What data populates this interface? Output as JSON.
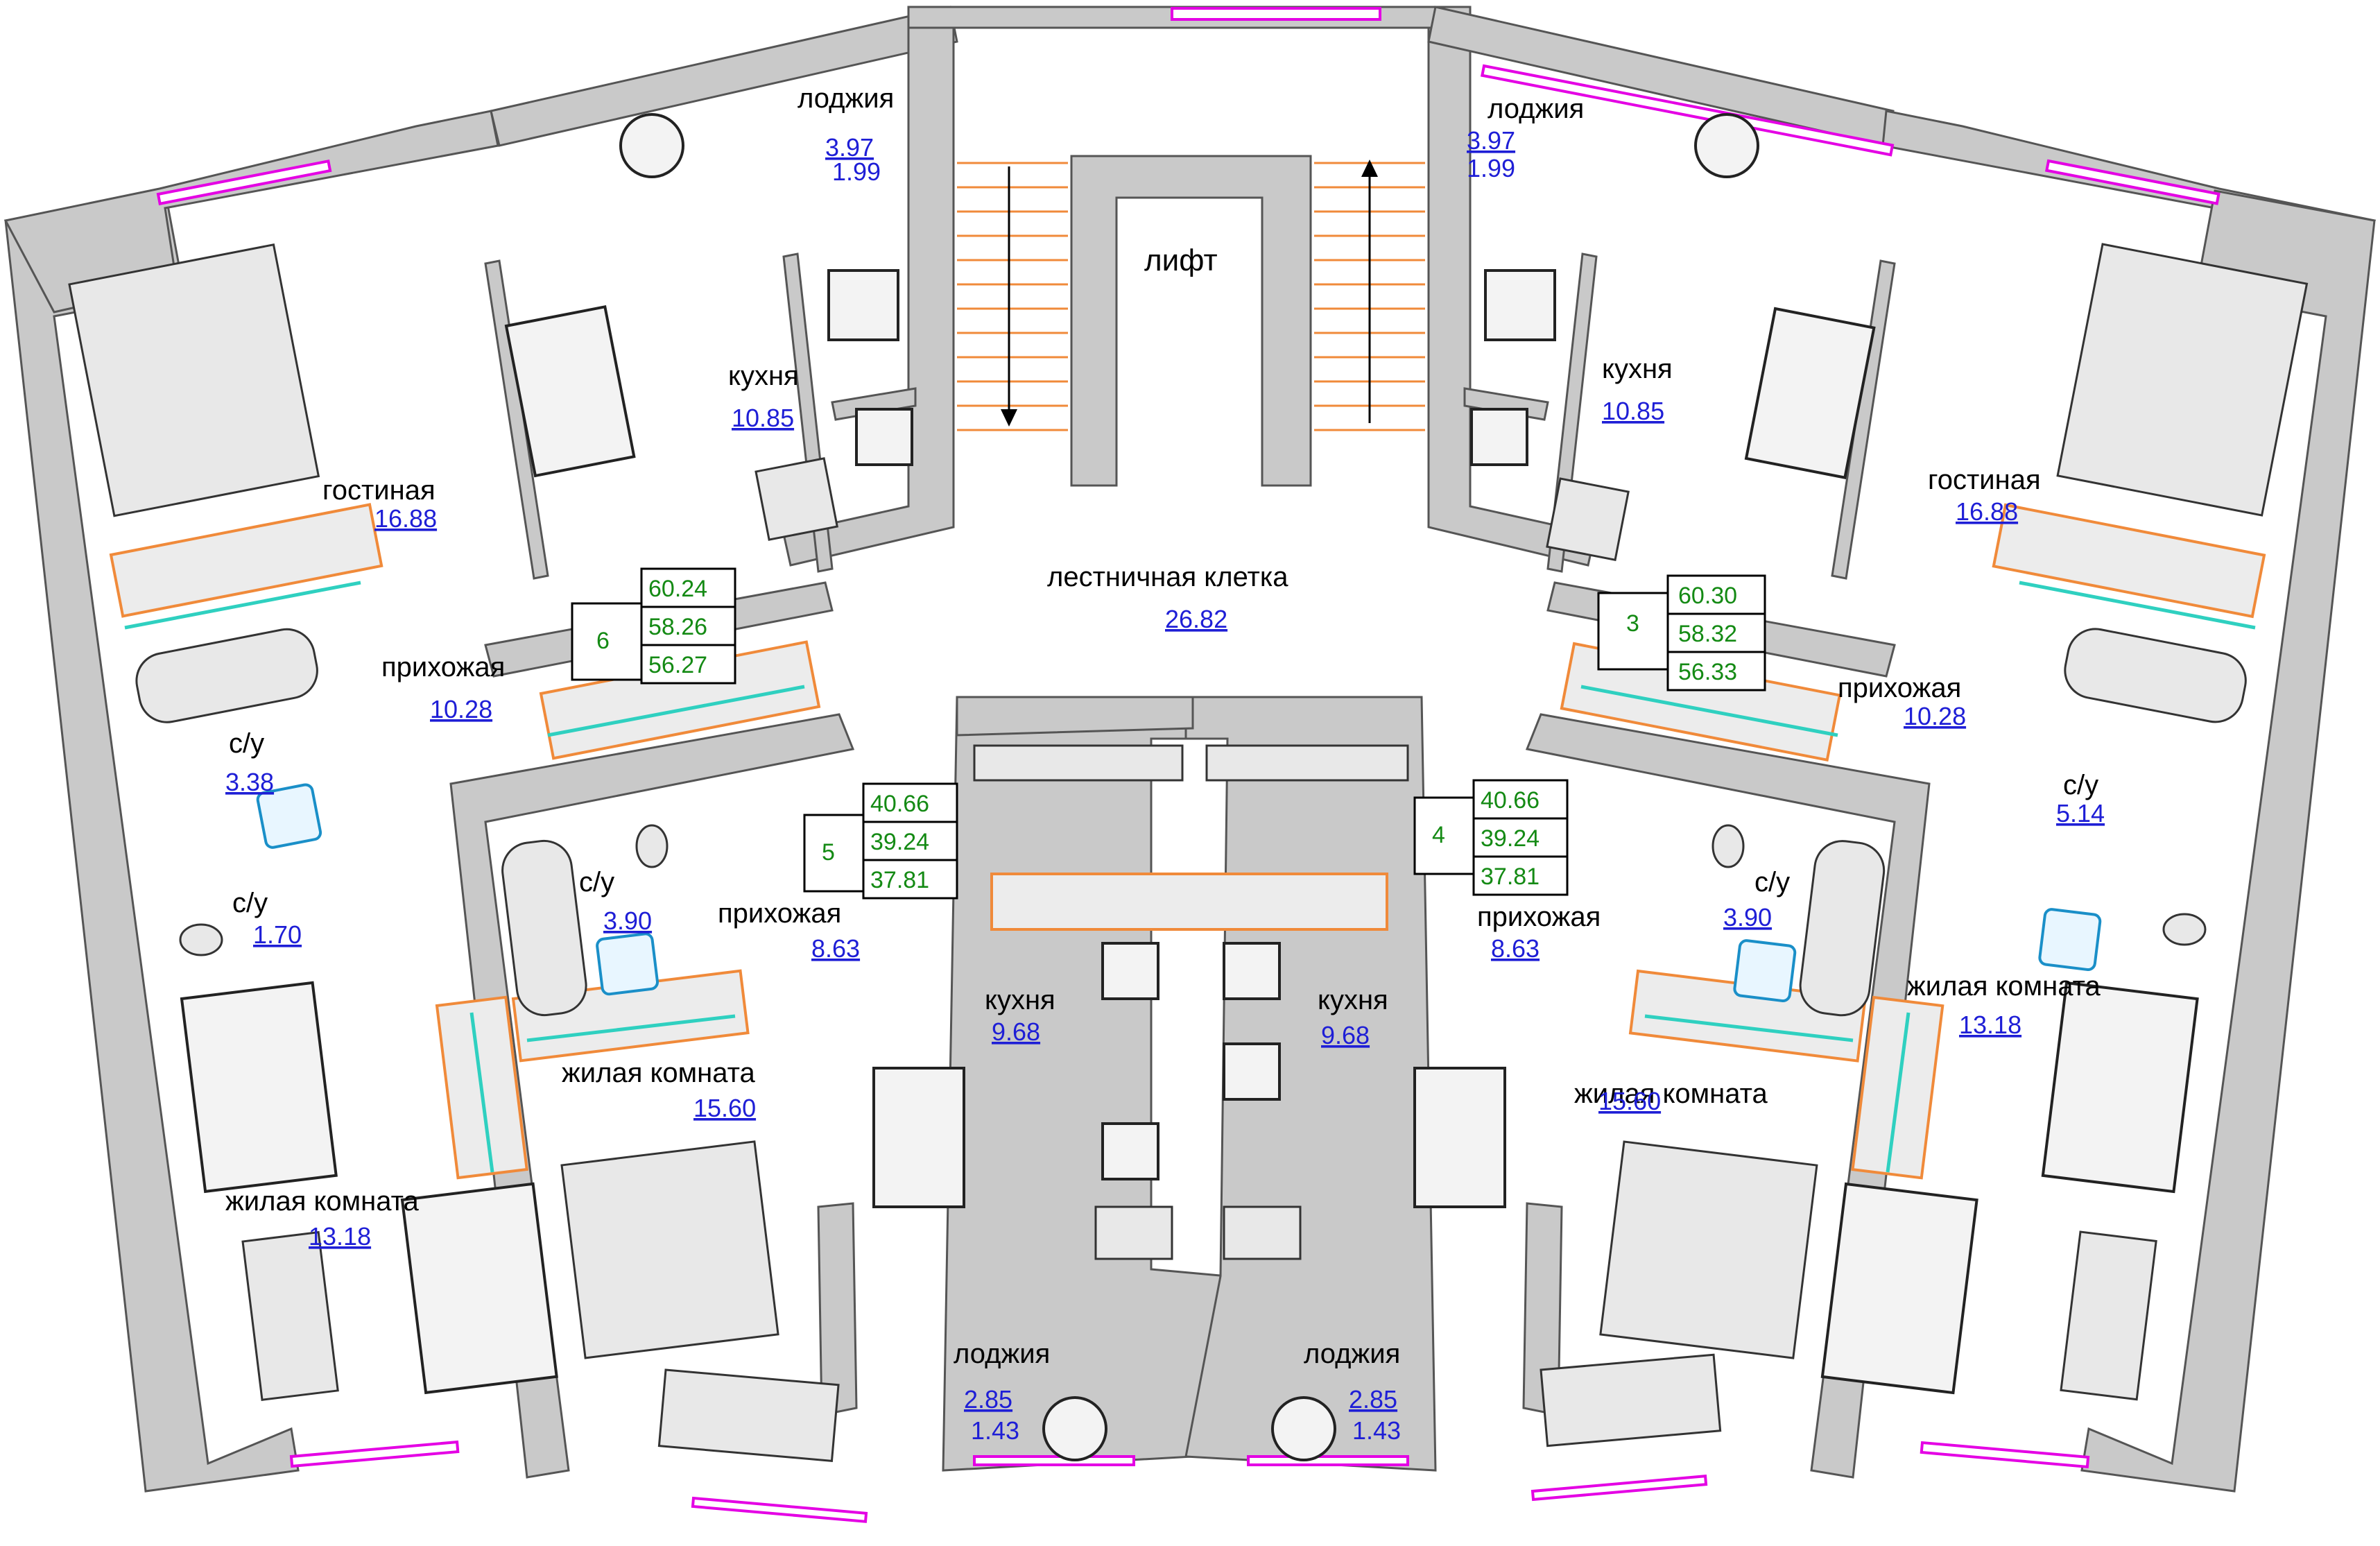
{
  "colors": {
    "wall": "#c9c9c9",
    "wall_outline": "#555555",
    "room_name": "#000000",
    "area": "#1e1ed6",
    "table_text": "#148a14",
    "window": "#e400e4",
    "stairs": "#f08a3a",
    "cabinet_rail": "#2fd0c0",
    "shower_tray": "#1a8fc8"
  },
  "common": {
    "elevator": "лифт",
    "stairwell": {
      "name": "лестничная клетка",
      "area": "26.82"
    }
  },
  "apartment_tables": [
    {
      "number": "6",
      "values": [
        "60.24",
        "58.26",
        "56.27"
      ]
    },
    {
      "number": "3",
      "values": [
        "60.30",
        "58.32",
        "56.33"
      ]
    },
    {
      "number": "5",
      "values": [
        "40.66",
        "39.24",
        "37.81"
      ]
    },
    {
      "number": "4",
      "values": [
        "40.66",
        "39.24",
        "37.81"
      ]
    }
  ],
  "rooms": [
    {
      "name": "лоджия",
      "area": "3.97",
      "area2": "1.99"
    },
    {
      "name": "лоджия",
      "area": "3.97",
      "area2": "1.99"
    },
    {
      "name": "кухня",
      "area": "10.85"
    },
    {
      "name": "кухня",
      "area": "10.85"
    },
    {
      "name": "гостиная",
      "area": "16.88"
    },
    {
      "name": "гостиная",
      "area": "16.88"
    },
    {
      "name": "прихожая",
      "area": "10.28"
    },
    {
      "name": "прихожая",
      "area": "10.28"
    },
    {
      "name": "с/у",
      "area": "3.38"
    },
    {
      "name": "с/у",
      "area": "5.14"
    },
    {
      "name": "с/у",
      "area": "1.70"
    },
    {
      "name": "с/у",
      "area": "3.90"
    },
    {
      "name": "с/у",
      "area": "3.90"
    },
    {
      "name": "прихожая",
      "area": "8.63"
    },
    {
      "name": "прихожая",
      "area": "8.63"
    },
    {
      "name": "кухня",
      "area": "9.68"
    },
    {
      "name": "кухня",
      "area": "9.68"
    },
    {
      "name": "жилая комната",
      "area": "15.60"
    },
    {
      "name": "жилая комната",
      "area": "15.60"
    },
    {
      "name": "жилая комната",
      "area": "13.18"
    },
    {
      "name": "жилая комната",
      "area": "13.18"
    },
    {
      "name": "лоджия",
      "area": "2.85",
      "area2": "1.43"
    },
    {
      "name": "лоджия",
      "area": "2.85",
      "area2": "1.43"
    }
  ]
}
